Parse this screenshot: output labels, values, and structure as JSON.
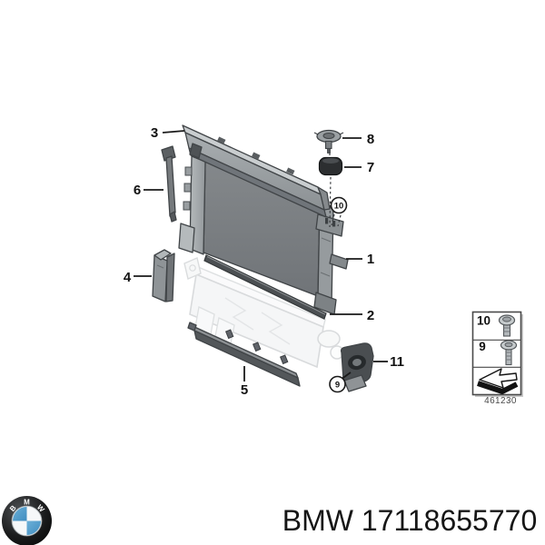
{
  "page": {
    "background": "#ffffff"
  },
  "diagram": {
    "kind": "exploded-parts-diagram-radiator-mounting",
    "callouts": [
      {
        "label": "1",
        "circled": false
      },
      {
        "label": "2",
        "circled": false
      },
      {
        "label": "3",
        "circled": false
      },
      {
        "label": "4",
        "circled": false
      },
      {
        "label": "5",
        "circled": false
      },
      {
        "label": "6",
        "circled": false
      },
      {
        "label": "7",
        "circled": false
      },
      {
        "label": "8",
        "circled": false
      },
      {
        "label": "9",
        "circled": true
      },
      {
        "label": "10",
        "circled": true
      },
      {
        "label": "11",
        "circled": false
      }
    ],
    "legend": {
      "rows": [
        {
          "label": "10",
          "icon": "hex-bolt-icon"
        },
        {
          "label": "9",
          "icon": "pan-head-screw-icon"
        },
        {
          "label": "",
          "icon": "direction-arrow-icon"
        }
      ],
      "figure_number": "461230"
    }
  },
  "footer": {
    "caption": "BMW 17118655770",
    "logo_letters": [
      "B",
      "M",
      "W"
    ],
    "colors": {
      "logo_blue": "#4d9bcb",
      "logo_ring": "#0a0a0a",
      "text": "#161616"
    }
  }
}
